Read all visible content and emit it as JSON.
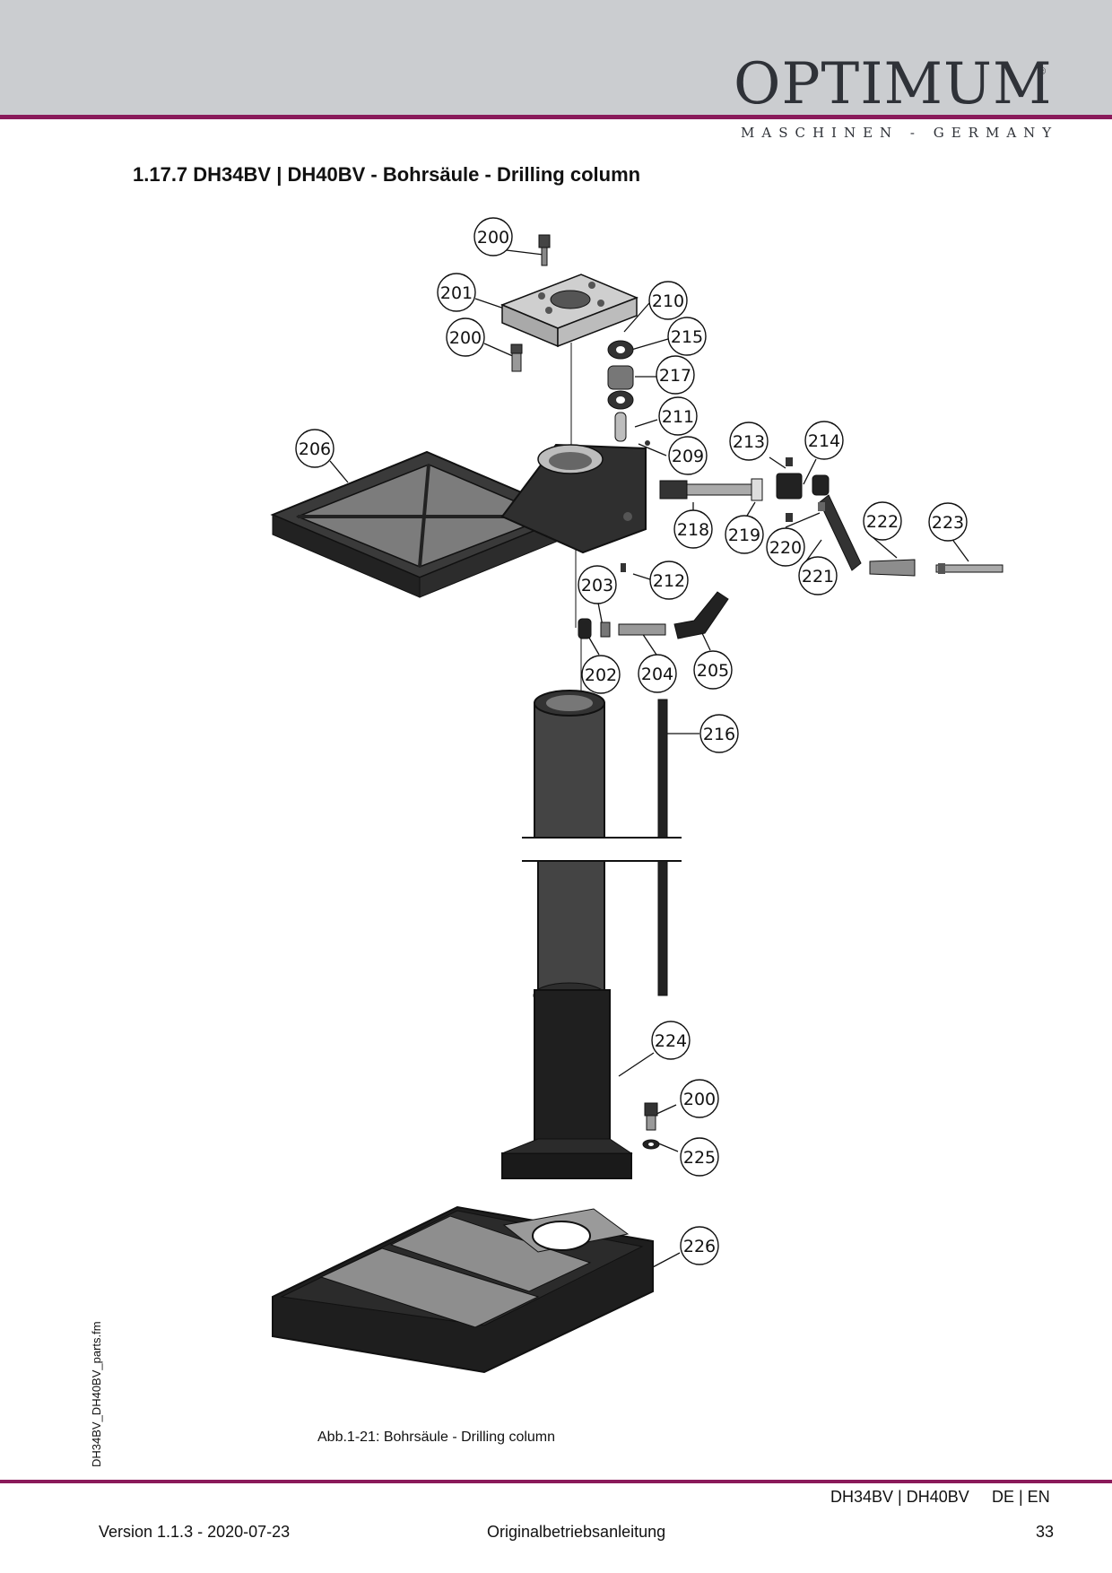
{
  "header": {
    "logo_text": "OPTIMUM",
    "logo_mark": "®",
    "logo_subtitle": "MASCHINEN - GERMANY",
    "band_color": "#cbcdd0",
    "rule_color": "#8a1a5a"
  },
  "section": {
    "title": "1.17.7   DH34BV | DH40BV - Bohrsäule - Drilling column"
  },
  "figure": {
    "caption": "Abb.1-21:    Bohrsäule - Drilling column",
    "callouts": [
      "200",
      "201",
      "200",
      "210",
      "215",
      "217",
      "211",
      "209",
      "206",
      "213",
      "214",
      "218",
      "219",
      "220",
      "222",
      "223",
      "221",
      "203",
      "212",
      "202",
      "204",
      "205",
      "216",
      "224",
      "200",
      "225",
      "226"
    ]
  },
  "sidebar": {
    "filename": "DH34BV_DH40BV_parts.fm"
  },
  "footer": {
    "model": "DH34BV | DH40BV",
    "languages": "DE | EN",
    "version": "Version 1.1.3 - 2020-07-23",
    "manual": "Originalbetriebsanleitung",
    "page": "33"
  }
}
